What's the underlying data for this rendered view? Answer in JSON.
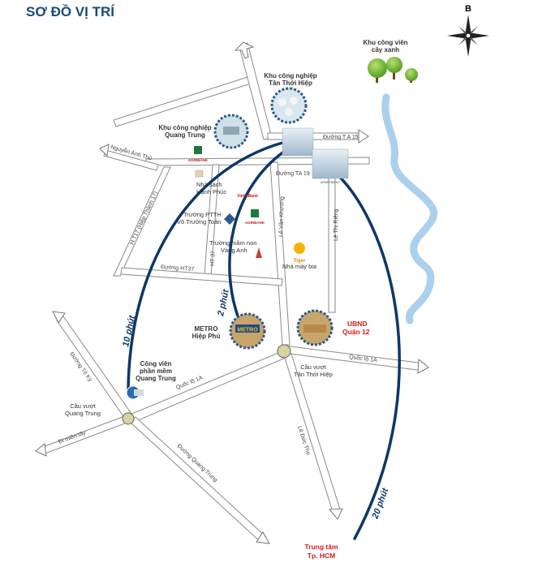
{
  "title": "SƠ ĐỒ VỊ TRÍ",
  "compass_letter": "B",
  "colors": {
    "route": "#0c3868",
    "river": "#aad0ec",
    "title": "#1a4a7a",
    "highlight": "#d41a1a",
    "road_edge": "#8a8a8a"
  },
  "places": {
    "kcv": [
      "Khu công viên",
      "cây xanh"
    ],
    "kcn_tth": [
      "Khu công nghiệp",
      "Tân Thới Hiệp"
    ],
    "kcn_qt": [
      "Khu công nghiệp",
      "Quang Trung"
    ],
    "agribank1": "AGRIBANK",
    "agribank2": "AGRIBANK",
    "vietinbank": "VietinBank",
    "nha_sach": [
      "Nhà sách",
      "Hạnh Phúc"
    ],
    "truong_ptth": [
      "Trường PTTH",
      "Võ Trường Toản"
    ],
    "truong_mn": [
      "Trường mầm non",
      "Vàng Anh"
    ],
    "tiger": "Tiger",
    "nha_may_bia": "Nhà máy bia",
    "metro": [
      "METRO",
      "Hiệp Phú"
    ],
    "metro_sign": "METRO",
    "ubnd": [
      "UBND",
      "Quận 12"
    ],
    "cv_phan_mem": [
      "Công viên",
      "phần mềm",
      "Quang Trung"
    ],
    "cau_vuot_tth": [
      "Cầu vượt",
      "Tân Thới Hiệp"
    ],
    "cau_vuot_qt": [
      "Cầu vượt",
      "Quang Trung"
    ],
    "trung_tam": [
      "Trung tâm",
      "Tp. HCM"
    ],
    "apartment": "APARTMENT"
  },
  "roads": {
    "ta15": "Đường T A 15",
    "ta19": "Đường TA 19",
    "nguyen_anh_thu": "Nguyễn Ánh Thủ",
    "ht17": "H.T17 (Hiệp Thành 17)",
    "ht37_v": "HT 37",
    "ht37_h": "Đường HT37",
    "le_van_khuong": "Lê Văn Khương",
    "le_thi_rieng": "Lê Thị Riêng",
    "ql1a_right": "Quốc lộ 1A",
    "ql1a_left": "Quốc lộ 1A",
    "to_ky": "Đường Tô Ký",
    "mien_tay": "Đi miền tây",
    "quang_trung": "Đường Quang Trung",
    "le_duc_tho": "Lê Đức Thọ"
  },
  "routes": {
    "r10": "10 phút",
    "r2": "2 phút",
    "r20": "20 phút"
  }
}
